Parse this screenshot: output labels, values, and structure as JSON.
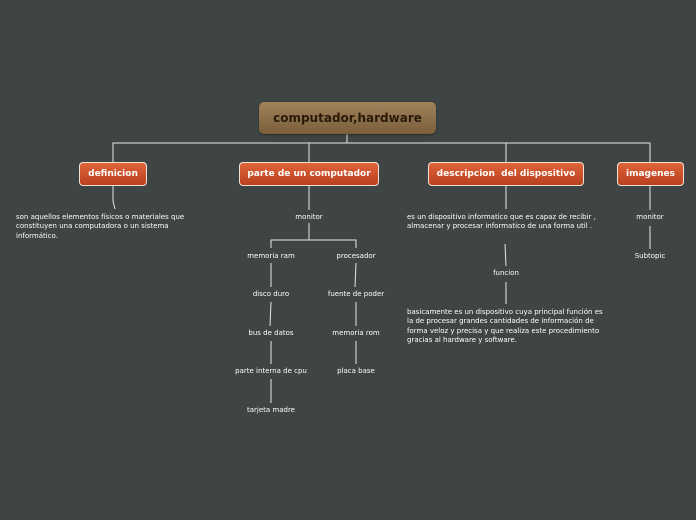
{
  "root": {
    "label": "computador,hardware"
  },
  "branches": {
    "definicion": {
      "label": "definicion",
      "text": "son aquellos elementos físicos o materiales que constituyen una computadora o un sistema informático."
    },
    "parte": {
      "label": "parte de un computador",
      "monitor": "monitor",
      "left": [
        "memoria ram",
        "disco duro",
        "bus de datos",
        "parte interna de cpu",
        "tarjeta madre"
      ],
      "right": [
        "procesador",
        "fuente de poder",
        "memoria rom",
        "placa base"
      ]
    },
    "descripcion": {
      "label": "descripcion  del dispositivo",
      "text": "es un dispositivo informatico que es capaz de recibir , almacenar y procesar informatico de una forma util .",
      "funcion": "funcion",
      "funcion_text": "basicamente es un dispositivo cuya principal función es la de procesar grandes cantidades de información de forma veloz y precisa y que realiza este procedimiento gracias al hardware y software."
    },
    "imagenes": {
      "label": "imagenes",
      "monitor": "monitor",
      "subtopic": "Subtopic"
    }
  },
  "colors": {
    "background": "#3f4545",
    "root_fill": "#8c6f49",
    "main_fill": "#d2532b",
    "connector": "#e6e6e6"
  }
}
